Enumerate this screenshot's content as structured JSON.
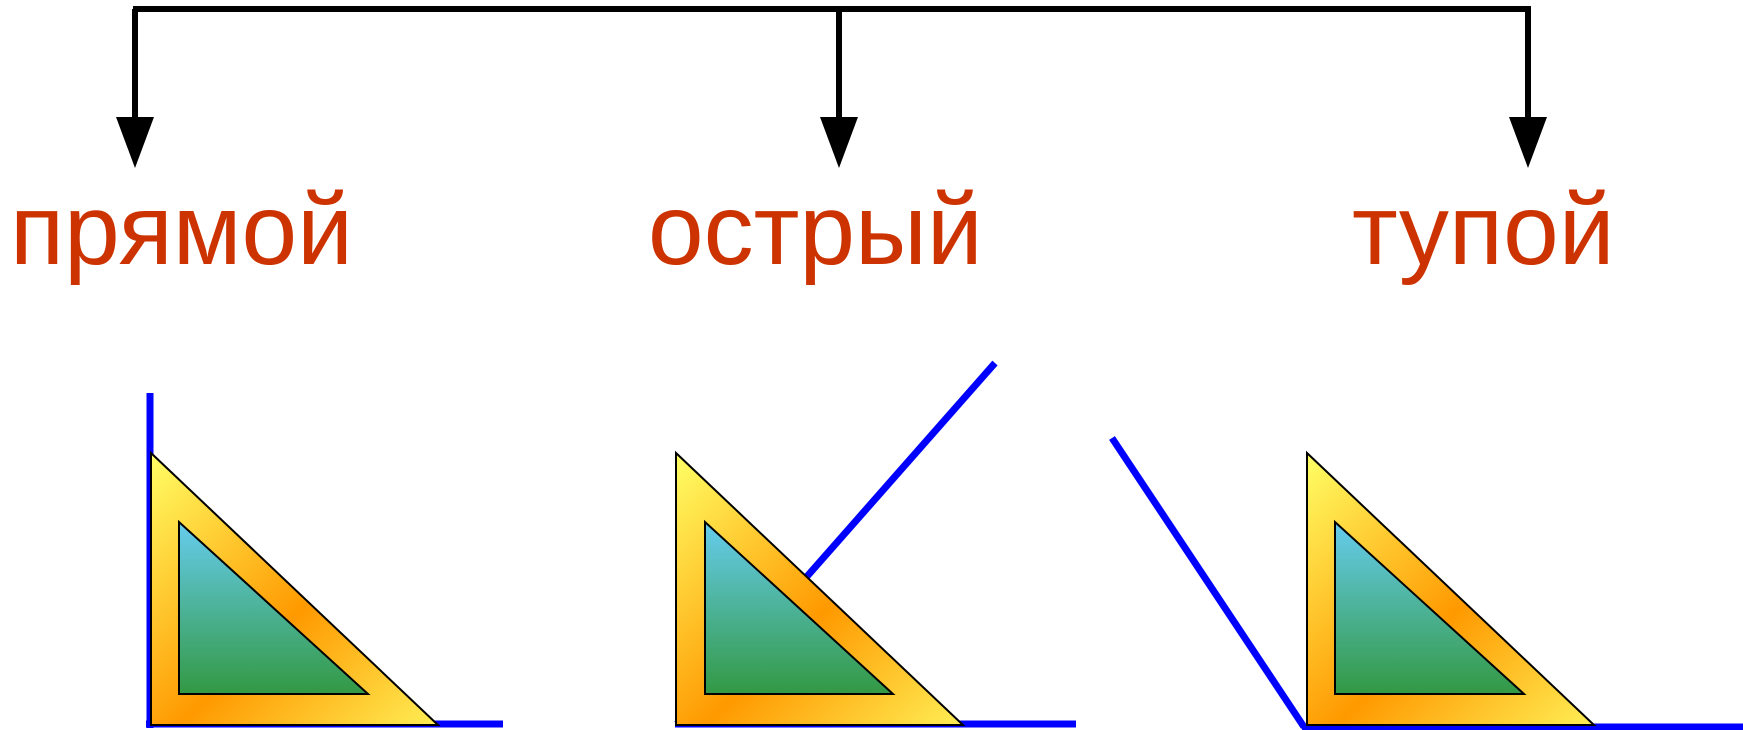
{
  "labels": {
    "right": "прямой",
    "acute": "острый",
    "obtuse": "тупой"
  },
  "colors": {
    "label_text": "#cc3300",
    "angle_rays": "#0000ff",
    "connector_lines": "#000000",
    "set_square_frame_light": "#ffff66",
    "set_square_frame_dark": "#ff9900",
    "set_square_inner_top": "#66ccdd",
    "set_square_inner_bottom": "#339944"
  }
}
